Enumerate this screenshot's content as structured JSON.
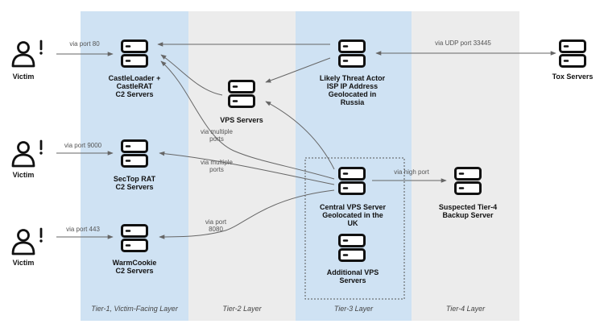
{
  "diagram": {
    "tiers": [
      {
        "label": "Tier-1, Victim-Facing Layer",
        "fill": "#cfe2f3"
      },
      {
        "label": "Tier-2 Layer",
        "fill": "#ececec"
      },
      {
        "label": "Tier-3 Layer",
        "fill": "#cfe2f3"
      },
      {
        "label": "Tier-4 Layer",
        "fill": "#ececec"
      }
    ],
    "nodes": {
      "victim_1": {
        "lines": [
          "Victim"
        ]
      },
      "victim_2": {
        "lines": [
          "Victim"
        ]
      },
      "victim_3": {
        "lines": [
          "Victim"
        ]
      },
      "castleloader": {
        "lines": [
          "CastleLoader +",
          "CastleRAT",
          "C2 Servers"
        ]
      },
      "sectop": {
        "lines": [
          "SecTop RAT",
          "C2 Servers"
        ]
      },
      "warmcookie": {
        "lines": [
          "WarmCookie",
          "C2 Servers"
        ]
      },
      "vps": {
        "lines": [
          "VPS Servers"
        ]
      },
      "threat_actor": {
        "lines": [
          "Likely Threat Actor",
          "ISP IP Address",
          "Geolocated in",
          "Russia"
        ]
      },
      "central_vps": {
        "lines": [
          "Central VPS Server",
          "Geolocated in the",
          "UK"
        ]
      },
      "additional_vps": {
        "lines": [
          "Additional VPS",
          "Servers"
        ]
      },
      "tier4_backup": {
        "lines": [
          "Suspected Tier-4",
          "Backup Server"
        ]
      },
      "tox": {
        "lines": [
          "Tox Servers"
        ]
      }
    },
    "edges": {
      "victim1_to_castleloader": {
        "label": [
          "via port 80"
        ]
      },
      "victim2_to_sectop": {
        "label": [
          "via port 9000"
        ]
      },
      "victim3_to_warmcookie": {
        "label": [
          "via port 443"
        ]
      },
      "central_to_castleloader": {
        "label": [
          "via multiple",
          "ports"
        ]
      },
      "central_to_sectop": {
        "label": [
          "via multiple",
          "ports"
        ]
      },
      "central_to_warmcookie": {
        "label": [
          "via port",
          "8080"
        ]
      },
      "central_to_backup": {
        "label": [
          "via high port"
        ]
      },
      "actor_tox": {
        "label": [
          "via UDP port 33445"
        ]
      },
      "actor_to_castleloader": {
        "label": []
      },
      "actor_to_vps": {
        "label": []
      },
      "vps_to_castleloader": {
        "label": []
      },
      "central_to_vps": {
        "label": []
      }
    },
    "colors": {
      "tier_blue": "#cfe2f3",
      "tier_gray": "#ececec",
      "line": "#666666",
      "icon": "#111111",
      "group_border": "#555555"
    }
  }
}
